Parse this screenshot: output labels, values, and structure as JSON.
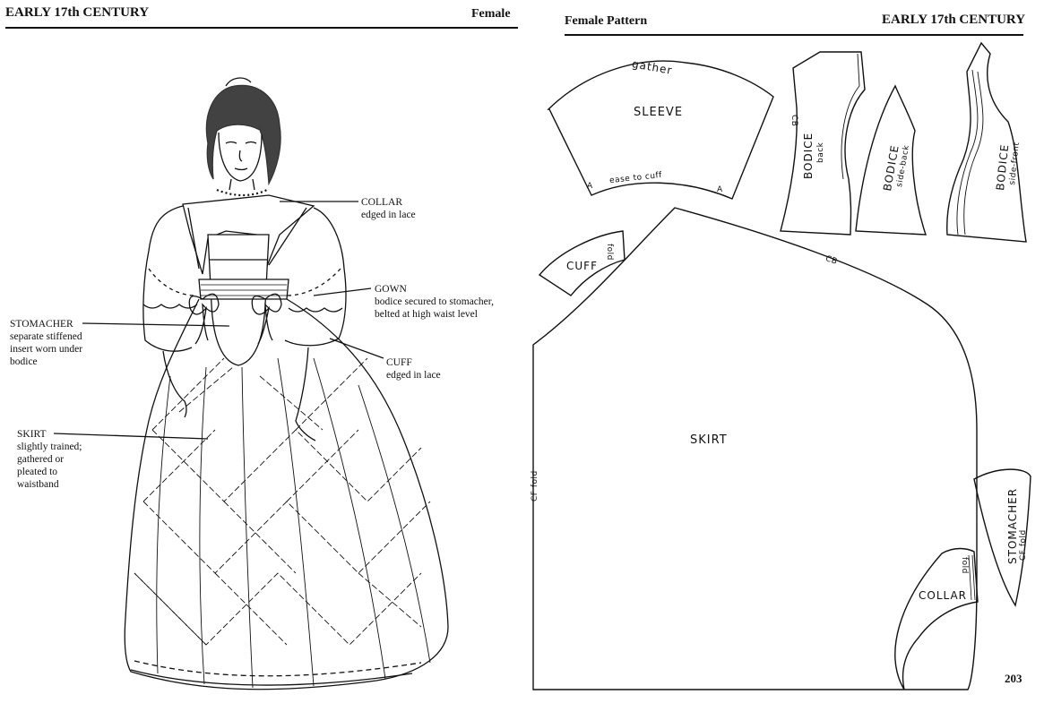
{
  "left_page": {
    "header_left": "EARLY 17th CENTURY",
    "header_right": "Female",
    "labels": {
      "collar": {
        "title": "COLLAR",
        "desc": [
          "edged in lace"
        ]
      },
      "gown": {
        "title": "GOWN",
        "desc": [
          "bodice secured to stomacher,",
          "belted at high waist level"
        ]
      },
      "stomacher": {
        "title": "STOMACHER",
        "desc": [
          "separate stiffened",
          "insert worn under",
          "bodice"
        ]
      },
      "cuff": {
        "title": "CUFF",
        "desc": [
          "edged in lace"
        ]
      },
      "skirt": {
        "title": "SKIRT",
        "desc": [
          "slightly trained;",
          "gathered or",
          "pleated to",
          "waistband"
        ]
      }
    }
  },
  "right_page": {
    "header_left": "Female Pattern",
    "header_right": "EARLY 17th CENTURY",
    "page_number": "203",
    "pieces": {
      "sleeve": {
        "name": "SLEEVE",
        "top_note": "gather",
        "bottom_note": "ease to cuff",
        "mark_a": "A"
      },
      "bodice_back": {
        "name": "BODICE",
        "sub": "back",
        "mark": "CB"
      },
      "bodice_side_back": {
        "name": "BODICE",
        "sub": "side-back"
      },
      "bodice_side_front": {
        "name": "BODICE",
        "sub": "side-front"
      },
      "cuff": {
        "name": "CUFF",
        "fold": "fold"
      },
      "skirt": {
        "name": "SKIRT",
        "top_mark": "CB",
        "side_mark": "CF fold"
      },
      "stomacher": {
        "name": "STOMACHER",
        "sub": "CF fold"
      },
      "collar": {
        "name": "COLLAR",
        "fold": "fold"
      }
    }
  }
}
